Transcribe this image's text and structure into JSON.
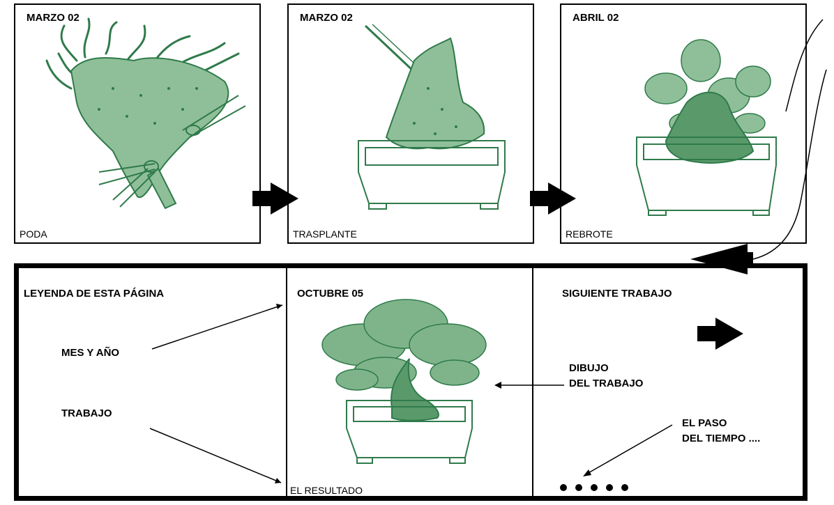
{
  "colors": {
    "ink": "#000000",
    "plant": "#2f7a4a",
    "plant_light": "#8fbf98"
  },
  "panels_top": [
    {
      "date": "MARZO 02",
      "caption": "PODA",
      "icon": "pruned-trunk-illustration"
    },
    {
      "date": "MARZO 02",
      "caption": "TRASPLANTE",
      "icon": "potted-trunk-illustration"
    },
    {
      "date": "ABRIL 02",
      "caption": "REBROTE",
      "icon": "sprouting-bonsai-illustration"
    }
  ],
  "legend": {
    "heading": "LEYENDA DE ESTA PÁGINA",
    "month_year": "MES Y AÑO",
    "work": "TRABAJO"
  },
  "result_panel": {
    "date": "OCTUBRE 05",
    "caption": "EL RESULTADO",
    "icon": "finished-bonsai-illustration"
  },
  "next_panel": {
    "heading": "SIGUIENTE TRABAJO",
    "drawing_line1": "DIBUJO",
    "drawing_line2": "DEL TRABAJO",
    "time_line1": "EL PASO",
    "time_line2": "DEL TIEMPO ...."
  }
}
